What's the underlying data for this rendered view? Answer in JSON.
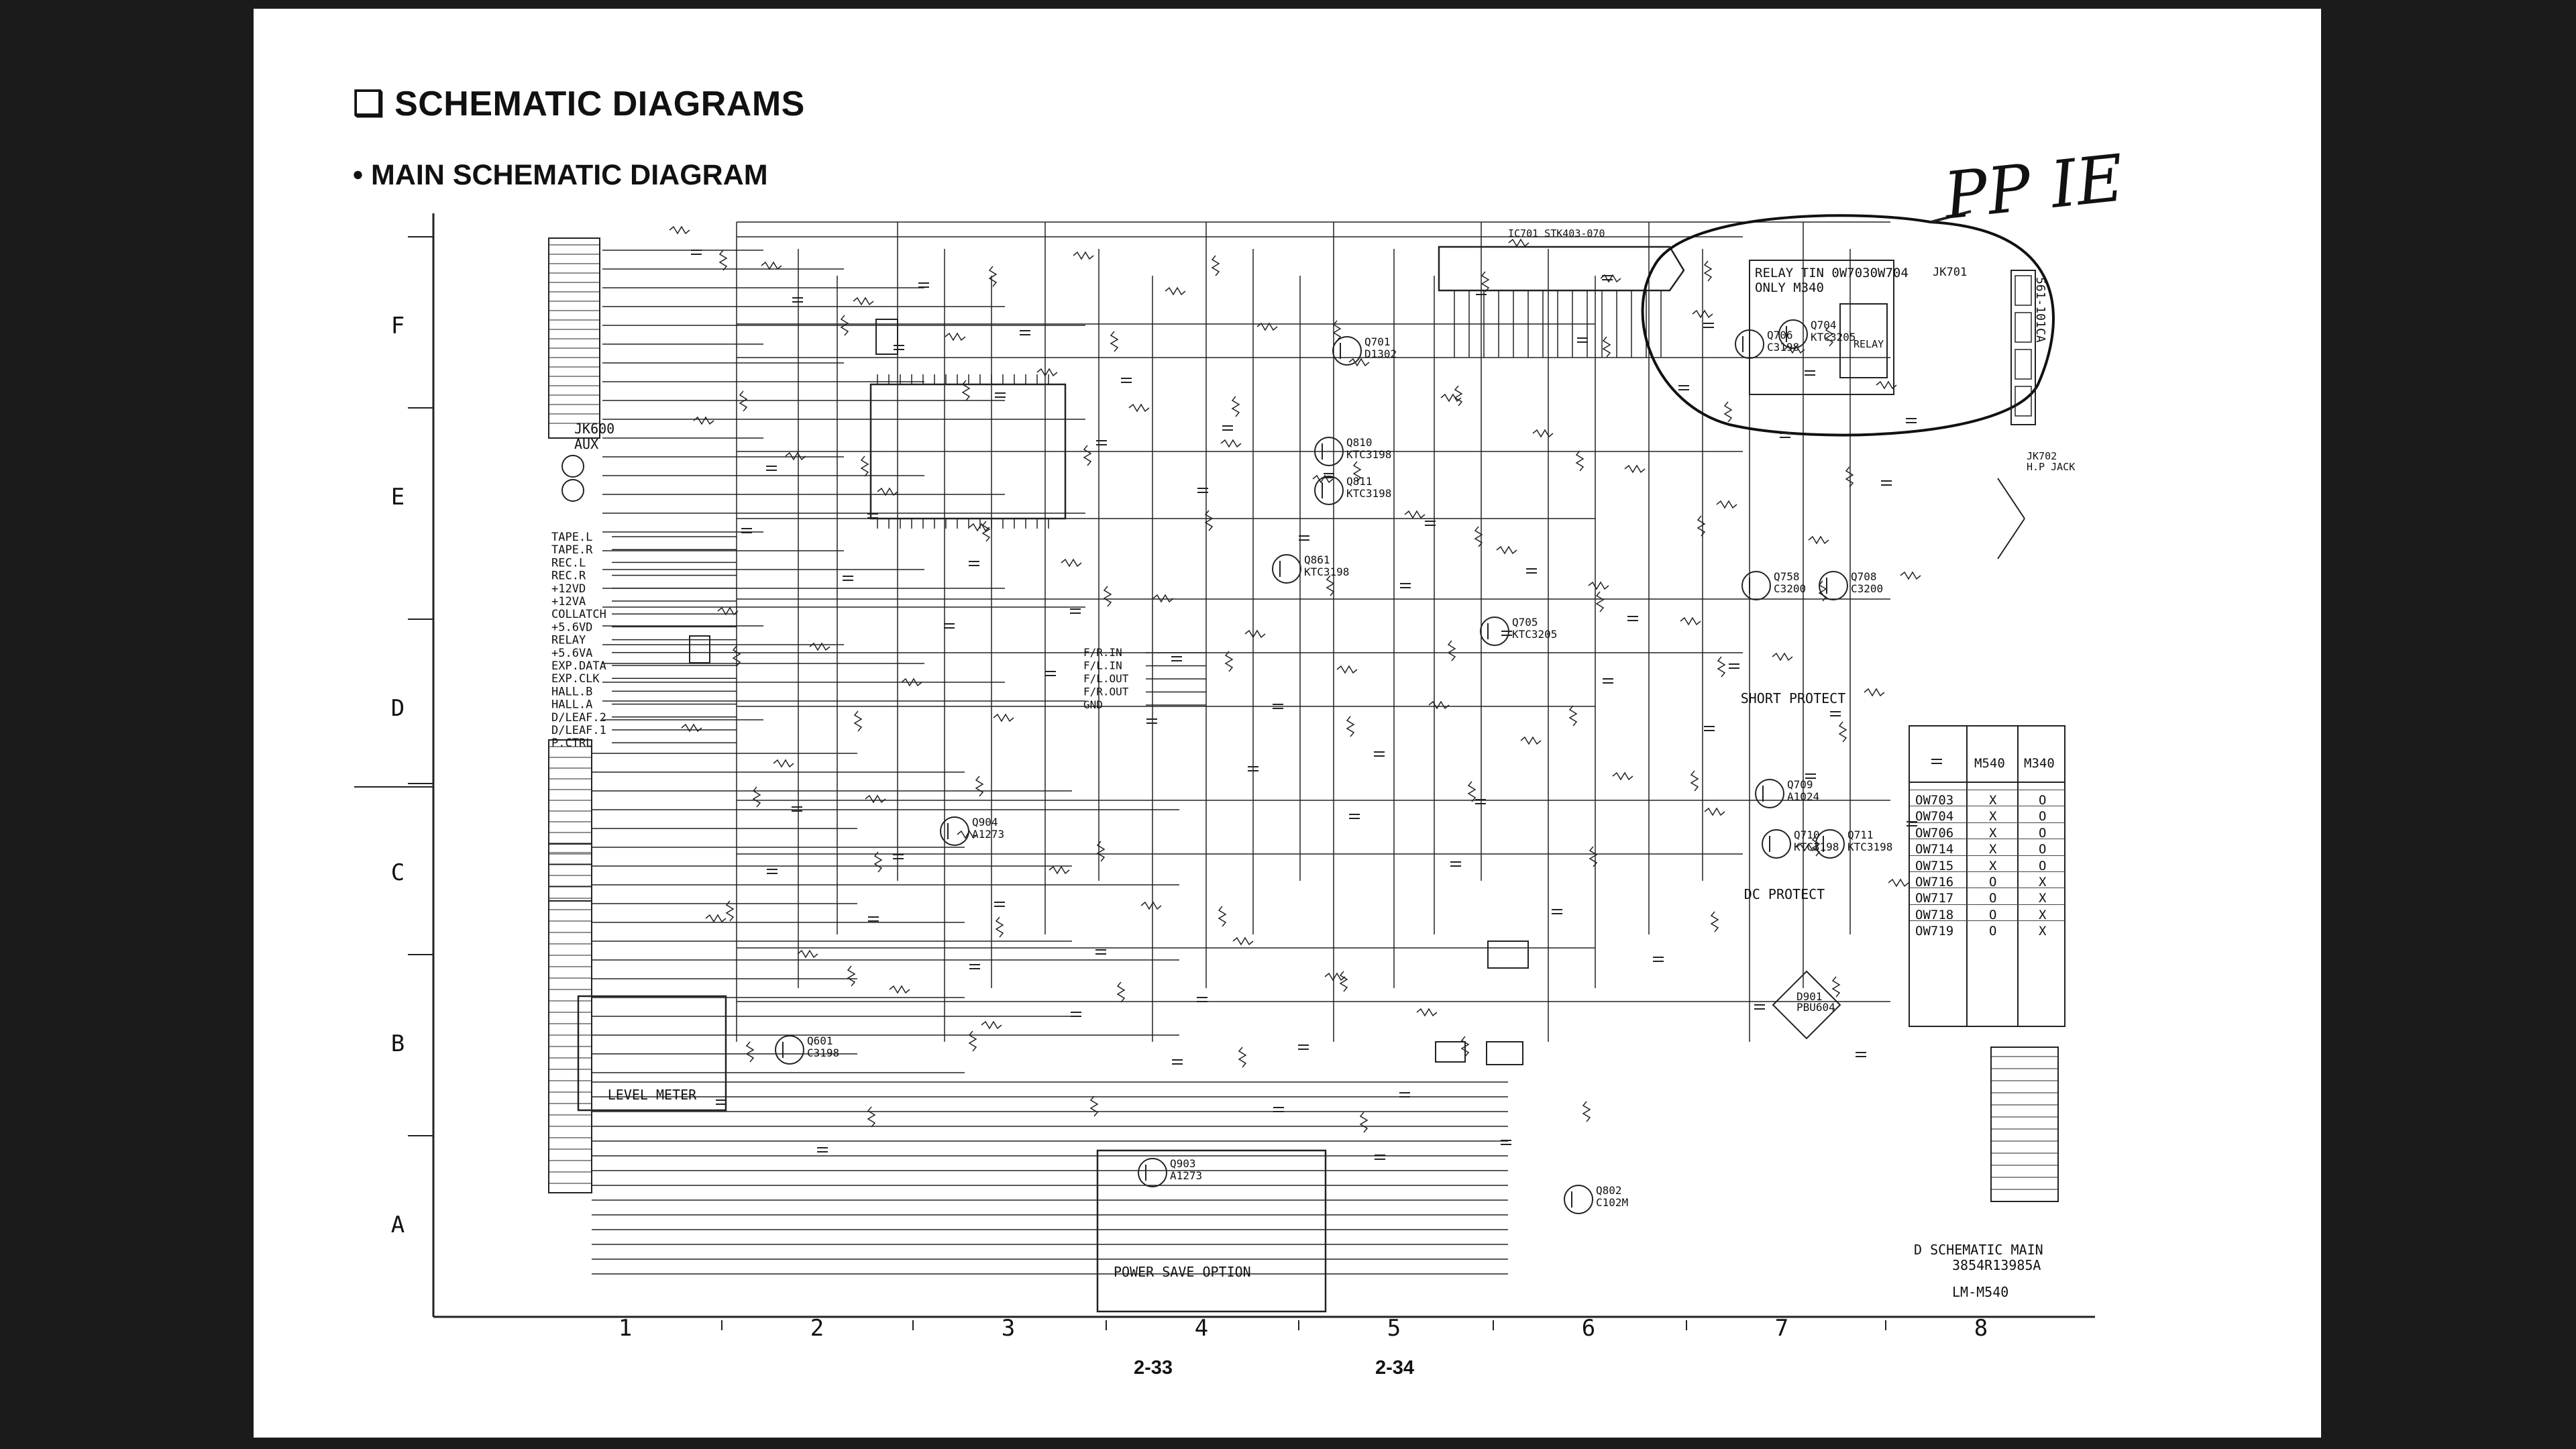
{
  "document": {
    "section_title": "❑ SCHEMATIC DIAGRAMS",
    "subtitle": "• MAIN SCHEMATIC DIAGRAM",
    "page_left": "2-33",
    "page_right": "2-34",
    "handwritten_note": "PP IE"
  },
  "grid": {
    "rows": [
      "F",
      "E",
      "D",
      "C",
      "B",
      "A"
    ],
    "cols": [
      "1",
      "2",
      "3",
      "4",
      "5",
      "6",
      "7",
      "8"
    ]
  },
  "blocks": {
    "level_meter": "LEVEL METER",
    "power_save": "POWER SAVE OPTION",
    "short_protect": "SHORT PROTECT",
    "dc_protect": "DC PROTECT",
    "relay_box_line1": "RELAY TIN 0W7030W704",
    "relay_box_line2": "ONLY M340",
    "ic701": "IC701  STK403-070",
    "jk701": "JK701",
    "jk701_part": "561-101CA",
    "jk702": "JK702",
    "jk702_desc": "H.P JACK",
    "jk600": "JK600",
    "jk600_desc": "AUX",
    "d901": "D901",
    "d901_part": "PBU604",
    "relay": "RELAY"
  },
  "transistors": [
    {
      "ref": "Q705",
      "part": "KTC3205"
    },
    {
      "ref": "Q706",
      "part": "C3198"
    },
    {
      "ref": "Q704",
      "part": "KTC3205"
    },
    {
      "ref": "Q701",
      "part": "D1302"
    },
    {
      "ref": "Q810",
      "part": "KTC3198"
    },
    {
      "ref": "Q811",
      "part": "KTC3198"
    },
    {
      "ref": "Q861",
      "part": "KTC3198"
    },
    {
      "ref": "Q758",
      "part": "C3200"
    },
    {
      "ref": "Q708",
      "part": "C3200"
    },
    {
      "ref": "Q709",
      "part": "A1024"
    },
    {
      "ref": "Q711",
      "part": "KTC3198"
    },
    {
      "ref": "Q710",
      "part": "KTC3198"
    },
    {
      "ref": "Q904",
      "part": "A1273"
    },
    {
      "ref": "Q903",
      "part": "A1273"
    },
    {
      "ref": "Q601",
      "part": "C3198"
    },
    {
      "ref": "Q802",
      "part": "C102M"
    }
  ],
  "connector_labels": [
    "TAPE.L",
    "TAPE.R",
    "REC.L",
    "REC.R",
    "+12VD",
    "+12VA",
    "COLLATCH",
    "+5.6VD",
    "RELAY",
    "+5.6VA",
    "EXP.DATA",
    "EXP.CLK",
    "HALL.B",
    "HALL.A",
    "D/LEAF.2",
    "D/LEAF.1",
    "P.CTRL"
  ],
  "io_labels": [
    "F/R.IN",
    "F/L.IN",
    "F/L.OUT",
    "F/R.OUT",
    "GND"
  ],
  "option_table": {
    "headers": [
      "",
      "M540",
      "M340"
    ],
    "rows": [
      [
        "OW703",
        "X",
        "O"
      ],
      [
        "OW704",
        "X",
        "O"
      ],
      [
        "OW706",
        "X",
        "O"
      ],
      [
        "OW714",
        "X",
        "O"
      ],
      [
        "OW715",
        "X",
        "O"
      ],
      [
        "OW716",
        "O",
        "X"
      ],
      [
        "OW717",
        "O",
        "X"
      ],
      [
        "OW718",
        "O",
        "X"
      ],
      [
        "OW719",
        "O",
        "X"
      ]
    ]
  },
  "title_block": {
    "line1": "D SCHEMATIC MAIN",
    "line2": "3854R13985A",
    "line3": "LM-M540"
  }
}
